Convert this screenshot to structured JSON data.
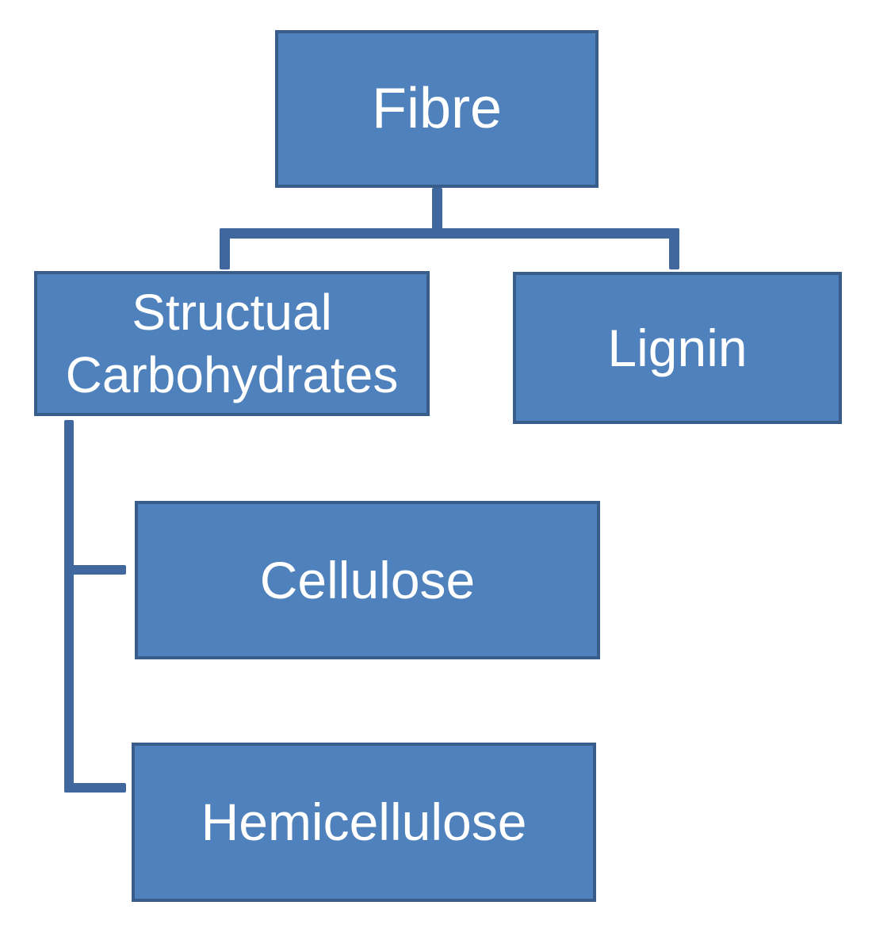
{
  "diagram": {
    "type": "hierarchy",
    "nodes": {
      "fibre": {
        "label": "Fibre"
      },
      "structural": {
        "label": "Structual Carbohydrates"
      },
      "lignin": {
        "label": "Lignin"
      },
      "cellulose": {
        "label": "Cellulose"
      },
      "hemicellulose": {
        "label": "Hemicellulose"
      }
    },
    "edges": [
      {
        "from": "Fibre",
        "to": "Structual Carbohydrates"
      },
      {
        "from": "Fibre",
        "to": "Lignin"
      },
      {
        "from": "Structual Carbohydrates",
        "to": "Cellulose"
      },
      {
        "from": "Structual Carbohydrates",
        "to": "Hemicellulose"
      }
    ],
    "colors": {
      "box_fill": "#4F81BD",
      "box_border": "#385D8A",
      "connector": "#40689F",
      "text": "#FFFFFF",
      "background": "#FFFFFF"
    }
  }
}
